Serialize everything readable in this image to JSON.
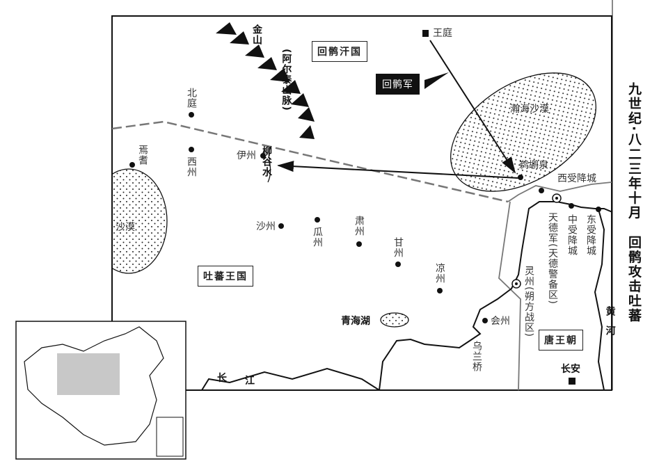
{
  "title": {
    "line1": "九世纪·八二三年十月",
    "line2": "回鹘攻击吐蕃"
  },
  "regions": {
    "uighur": "回鹘汗国",
    "tibet": "吐蕃王国",
    "tang": "唐王朝"
  },
  "army": {
    "label": "回鹘军"
  },
  "mountains": {
    "name": "金山",
    "alt": "(阿尔泰山脉)"
  },
  "deserts": {
    "hanhai": "瀚海沙漠",
    "west": "沙漠"
  },
  "places": {
    "wangting": "王庭",
    "tihuquan": "鹈鹕泉",
    "xishouxiang": "西受降城",
    "beiting": "北庭",
    "yanqi": "焉耆",
    "xizhou": "西州",
    "yizhou": "伊州",
    "liugushui": "柳谷水",
    "shazhou": "沙州",
    "guazhou": "瓜州",
    "suzhou": "肃州",
    "ganzhou": "甘州",
    "liangzhou": "凉州",
    "qinghaihu": "青海湖",
    "huizhou": "会州",
    "wulanqiao": "乌兰桥",
    "lingzhou": "灵州(朔方战区)",
    "tiandejun": "天德军(天德警备区)",
    "zhongshouxiang": "中受降城",
    "dongshouxiang": "东受降城",
    "huanghe": "黄河",
    "changan": "长安",
    "changjiang_1": "长",
    "changjiang_2": "江"
  },
  "colors": {
    "ink": "#111111",
    "border": "#888888",
    "background": "#ffffff",
    "inset_fill": "#c8c8c8"
  }
}
